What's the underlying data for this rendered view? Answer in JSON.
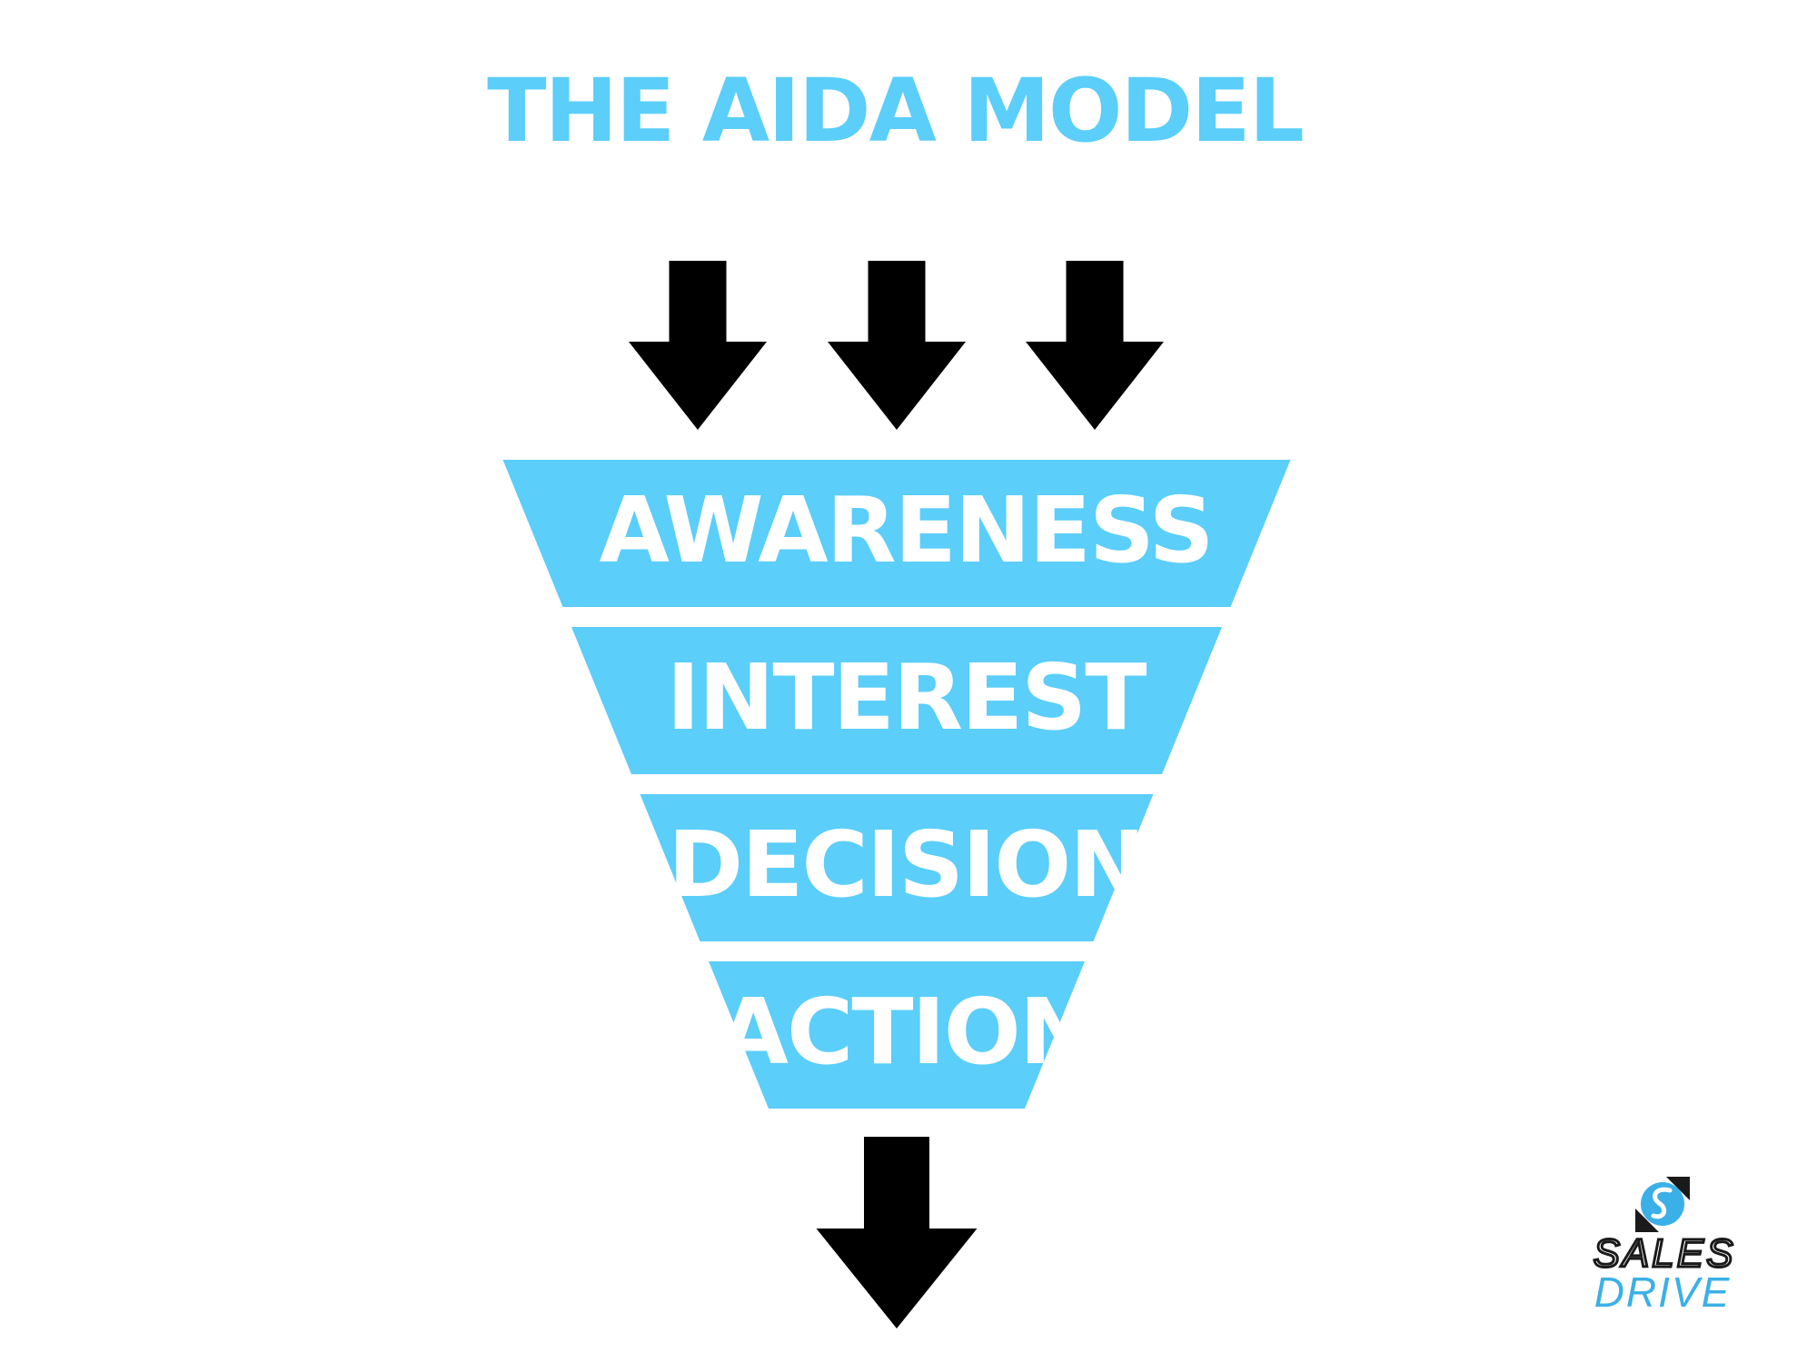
{
  "title": "THE AIDA MODEL",
  "colors": {
    "accent": "#5BCEFA",
    "arrow": "#000000",
    "label": "#FFFFFF",
    "logo_blue": "#3BB0E8",
    "logo_dark": "#1A1A1A"
  },
  "input_arrows": [
    {
      "name": "input-arrow-1",
      "icon": "arrow-down-icon"
    },
    {
      "name": "input-arrow-2",
      "icon": "arrow-down-icon"
    },
    {
      "name": "input-arrow-3",
      "icon": "arrow-down-icon"
    }
  ],
  "stages": [
    {
      "label": "AWARENESS"
    },
    {
      "label": "INTEREST"
    },
    {
      "label": "DECISION"
    },
    {
      "label": "ACTION"
    }
  ],
  "output_arrow": {
    "icon": "arrow-down-icon"
  },
  "logo": {
    "line1": "SALES",
    "line2": "DRIVE",
    "icon": "s-swirl-logo-icon"
  }
}
